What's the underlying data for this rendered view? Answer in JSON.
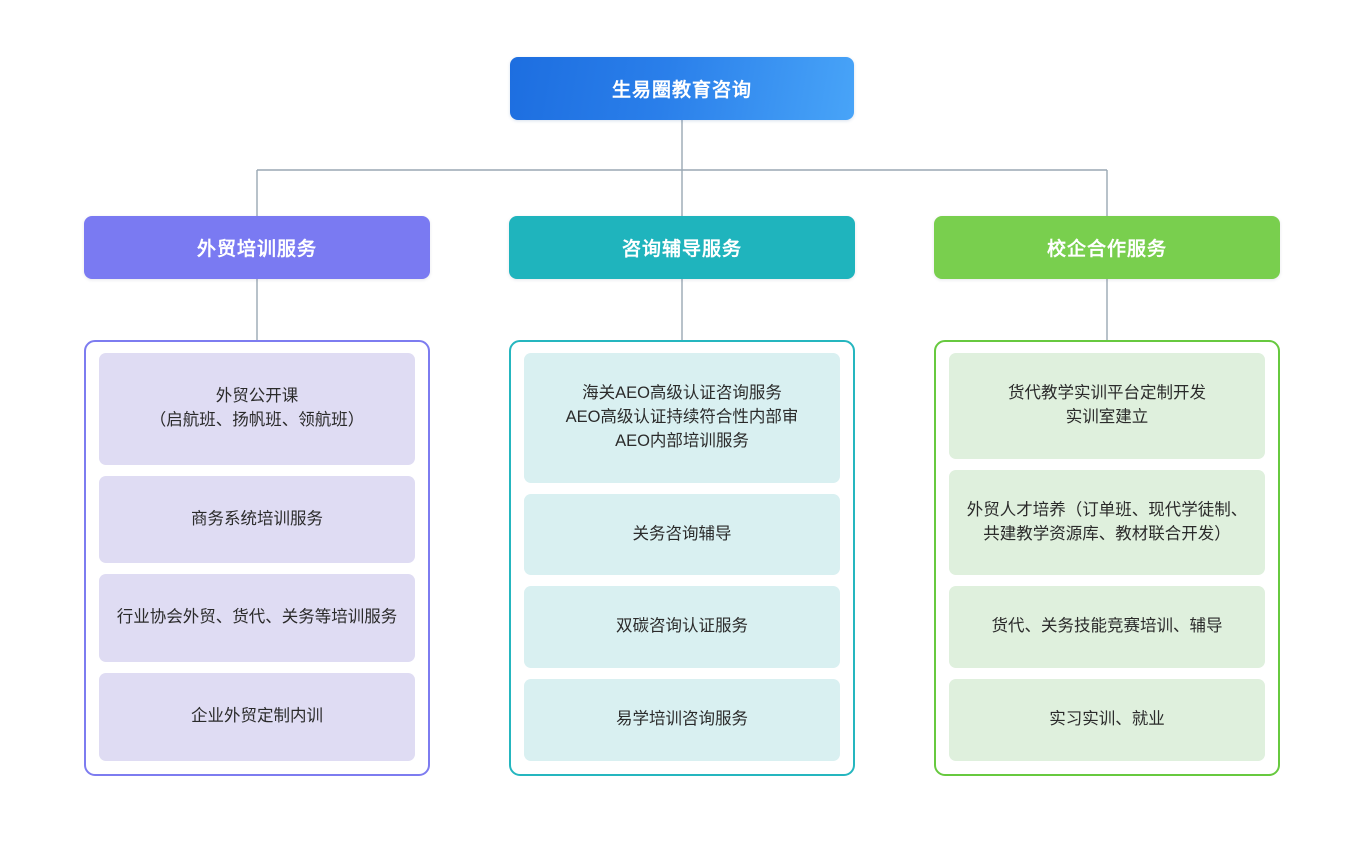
{
  "diagram": {
    "type": "organizational-tree",
    "root": {
      "label": "生易圈教育咨询",
      "color": "#2a7fea",
      "gradient_from": "#1d6ee0",
      "gradient_to": "#48a4f8"
    },
    "branches": [
      {
        "id": "foreign-trade-training",
        "label": "外贸培训服务",
        "color": "#7a7af2",
        "border_color": "#7d7cf0",
        "card_fill": "#dfdcf3",
        "items": [
          "外贸公开课\n（启航班、扬帆班、领航班）",
          "商务系统培训服务",
          "行业协会外贸、货代、关务等培训服务",
          "企业外贸定制内训"
        ]
      },
      {
        "id": "consulting-coaching",
        "label": "咨询辅导服务",
        "color": "#1fb4bd",
        "border_color": "#25b6bf",
        "card_fill": "#d9f0f1",
        "items": [
          "海关AEO高级认证咨询服务\nAEO高级认证持续符合性内部审\nAEO内部培训服务",
          "关务咨询辅导",
          "双碳咨询认证服务",
          "易学培训咨询服务"
        ]
      },
      {
        "id": "school-enterprise-cooperation",
        "label": "校企合作服务",
        "color": "#79cf4e",
        "border_color": "#67c93f",
        "card_fill": "#dff0dd",
        "items": [
          "货代教学实训平台定制开发\n实训室建立",
          "外贸人才培养（订单班、现代学徒制、共建教学资源库、教材联合开发）",
          "货代、关务技能竞赛培训、辅导",
          "实习实训、就业"
        ]
      }
    ],
    "connector_color": "#9aa7b4"
  }
}
